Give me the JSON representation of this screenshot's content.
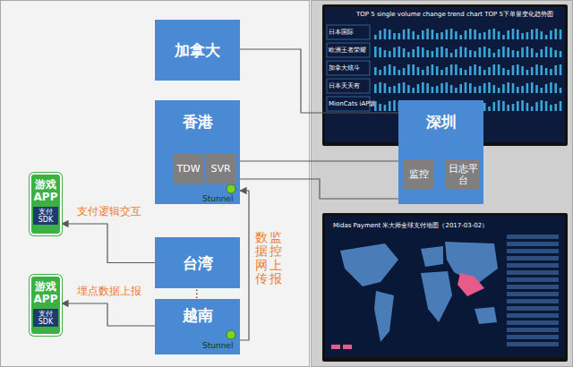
{
  "diagram": {
    "nodes": [
      {
        "text": [
          "加拿大"
        ]
      },
      {
        "text": [
          "香港"
        ]
      },
      {
        "text": [
          "TDW"
        ],
        "in": 1
      },
      {
        "text": [
          "SVR"
        ],
        "in": 1
      },
      {
        "text": [
          "深圳"
        ]
      },
      {
        "text": [
          "监控"
        ],
        "in": 4
      },
      {
        "text": [
          "日志平台"
        ],
        "in": 4
      },
      {
        "text": [
          "游戏 APP",
          "支付 SDK"
        ]
      },
      {
        "text": [
          "台湾"
        ]
      },
      {
        "text": [
          "游戏 APP",
          "支付 SDK"
        ]
      },
      {
        "text": [
          "越南"
        ]
      }
    ],
    "edges": [
      {
        "from": 0,
        "to": 4,
        "arrow": "none"
      },
      {
        "from": 3,
        "to": 5,
        "arrow": "none"
      },
      {
        "from": 2,
        "to": 3,
        "arrow": "none"
      },
      {
        "from": 1,
        "to": 6,
        "arrow": "none"
      },
      {
        "from": 10,
        "to": 1,
        "arrow": "to"
      },
      {
        "from": 8,
        "to": 7,
        "arrow": "to",
        "label": "支付逻辑交互"
      },
      {
        "from": 10,
        "to": 9,
        "arrow": "to",
        "label": "埋点数据上报"
      }
    ],
    "labels": [
      "Stunnel",
      "Stunnel",
      "⋮",
      "数据网传",
      "监控上报",
      "TOP 5 single volume change trend chart  TOP 5下单量变化趋势图",
      "日本国际",
      "欧洲王者荣耀",
      "加拿大炫斗",
      "日本天天有",
      "MionCats iAP版",
      "Midas Payment 米大师全球支付地图（2017-03-02）"
    ]
  }
}
